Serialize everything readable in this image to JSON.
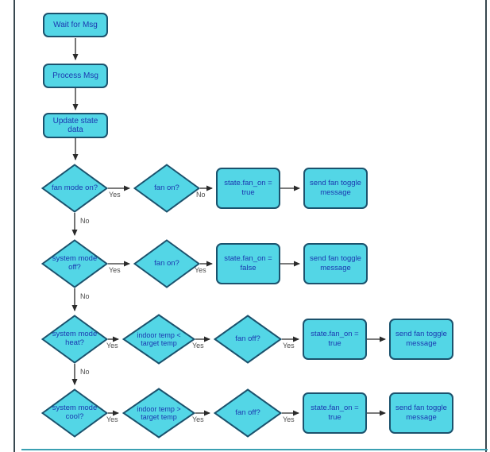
{
  "colors": {
    "node_fill": "#53d6e6",
    "node_border": "#1b526d",
    "node_text": "#1b38b0",
    "edge": "#2a2a2a",
    "edge_label_text": "#4d4d4d",
    "frame_border": "#37474f",
    "bottom_rule": "#3aa0b2",
    "background": "#ffffff"
  },
  "nodes": {
    "wait": "Wait for Msg",
    "process": "Process Msg",
    "update": "Update state data",
    "r1_d1": "fan mode on?",
    "r1_d2": "fan on?",
    "r1_a1": "state.fan_on = true",
    "r1_a2": "send fan toggle message",
    "r2_d1": "system mode off?",
    "r2_d2": "fan on?",
    "r2_a1": "state.fan_on = false",
    "r2_a2": "send fan toggle message",
    "r3_d1": "system mode heat?",
    "r3_d2": "indoor temp < target temp",
    "r3_d3": "fan off?",
    "r3_a1": "state.fan_on = true",
    "r3_a2": "send fan toggle message",
    "r4_d1": "system mode cool?",
    "r4_d2": "indoor temp > target temp",
    "r4_d3": "fan off?",
    "r4_a1": "state.fan_on = true",
    "r4_a2": "send fan toggle message"
  },
  "edge_labels": {
    "r1_d1_d2": "Yes",
    "r1_d2_a1": "No",
    "r1_down": "No",
    "r2_d1_d2": "Yes",
    "r2_d2_a1": "Yes",
    "r2_down": "No",
    "r3_d1_d2": "Yes",
    "r3_d2_d3": "Yes",
    "r3_d3_a1": "Yes",
    "r3_down": "No",
    "r4_d1_d2": "Yes",
    "r4_d2_d3": "Yes",
    "r4_d3_a1": "Yes"
  }
}
